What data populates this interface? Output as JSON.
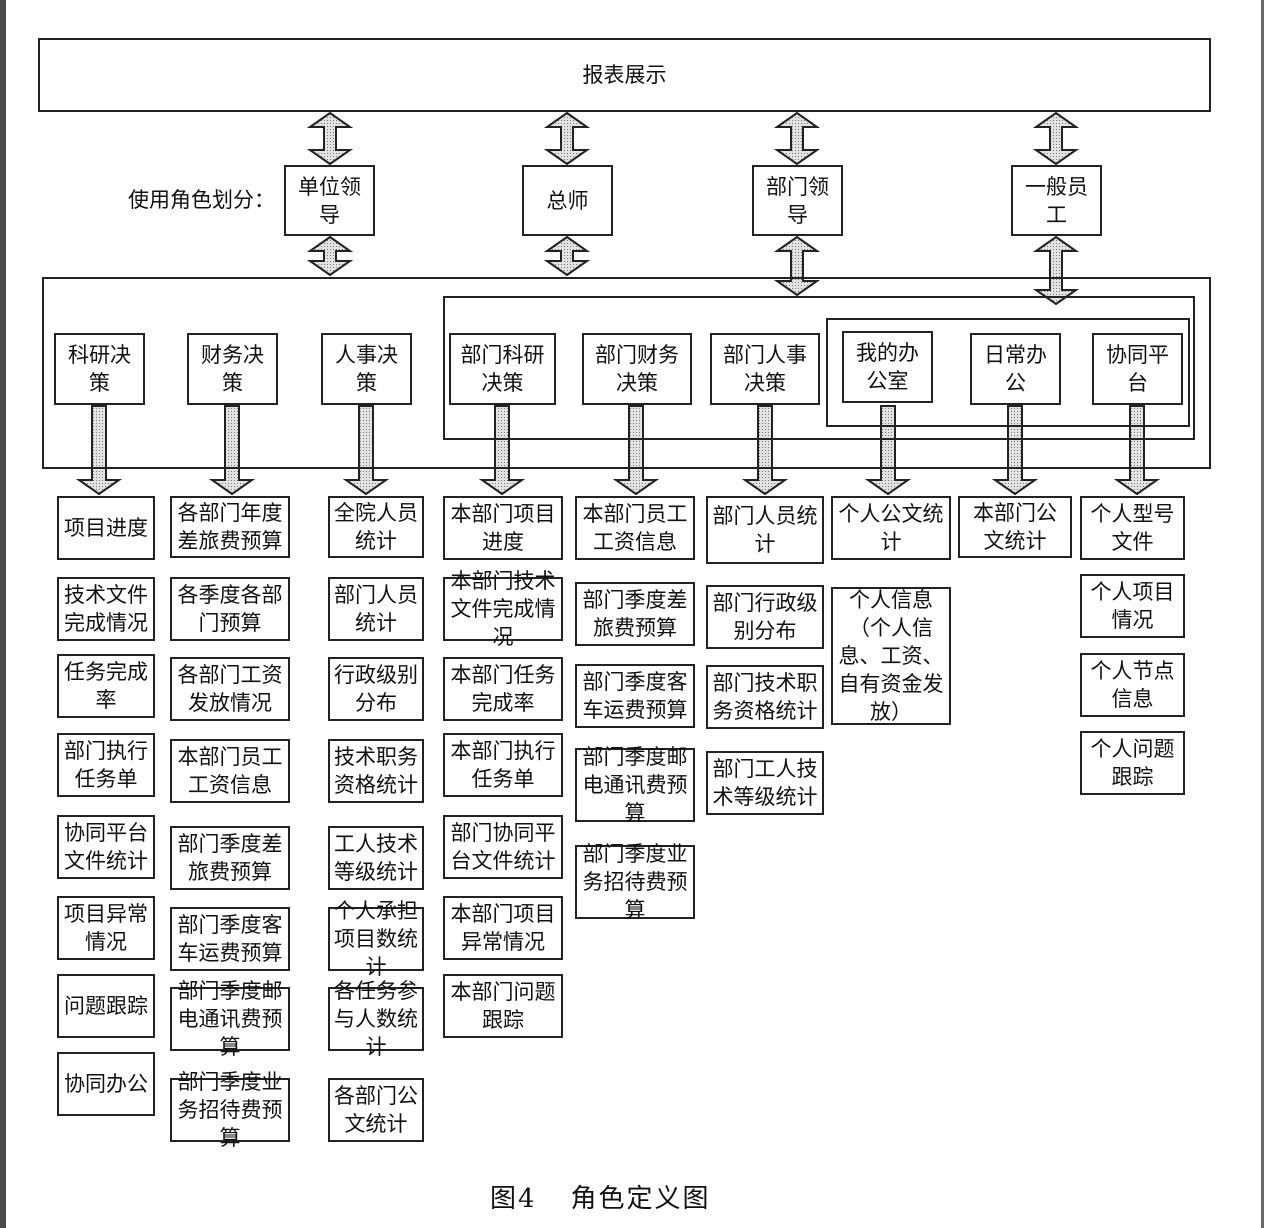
{
  "top": {
    "report": "报表展示"
  },
  "roles": {
    "prefix": "使用角色划分：",
    "items": [
      "单位领导",
      "总师",
      "部门领导",
      "一般员工"
    ]
  },
  "modules": [
    "科研决策",
    "财务决策",
    "人事决策",
    "部门科研决策",
    "部门财务决策",
    "部门人事决策",
    "我的办公室",
    "日常办公",
    "协同平台"
  ],
  "columns": [
    [
      "项目进度",
      "技术文件完成情况",
      "任务完成率",
      "部门执行任务单",
      "协同平台文件统计",
      "项目异常情况",
      "问题跟踪",
      "协同办公"
    ],
    [
      "各部门年度差旅费预算",
      "各季度各部门预算",
      "各部门工资发放情况",
      "本部门员工工资信息",
      "部门季度差旅费预算",
      "部门季度客车运费预算",
      "部门季度邮电通讯费预算",
      "部门季度业务招待费预算"
    ],
    [
      "全院人员统计",
      "部门人员统计",
      "行政级别分布",
      "技术职务资格统计",
      "工人技术等级统计",
      "个人承担项目数统计",
      "各任务参与人数统计",
      "各部门公文统计"
    ],
    [
      "本部门项目进度",
      "本部门技术文件完成情况",
      "本部门任务完成率",
      "本部门执行任务单",
      "部门协同平台文件统计",
      "本部门项目异常情况",
      "本部门问题跟踪"
    ],
    [
      "本部门员工工资信息",
      "部门季度差旅费预算",
      "部门季度客车运费预算",
      "部门季度邮电通讯费预算",
      "部门季度业务招待费预算"
    ],
    [
      "部门人员统计",
      "部门行政级别分布",
      "部门技术职务资格统计",
      "部门工人技术等级统计"
    ],
    [
      "个人公文统计",
      "个人信息（个人信息、工资、自有资金发放）"
    ],
    [
      "本部门公文统计"
    ],
    [
      "个人型号文件",
      "个人项目情况",
      "个人节点信息",
      "个人问题跟踪"
    ]
  ],
  "caption": {
    "figure": "图4",
    "title": "角色定义图"
  },
  "colors": {
    "line": "#222222",
    "arrow_fill": "#d8d8d8",
    "background": "#ffffff"
  }
}
